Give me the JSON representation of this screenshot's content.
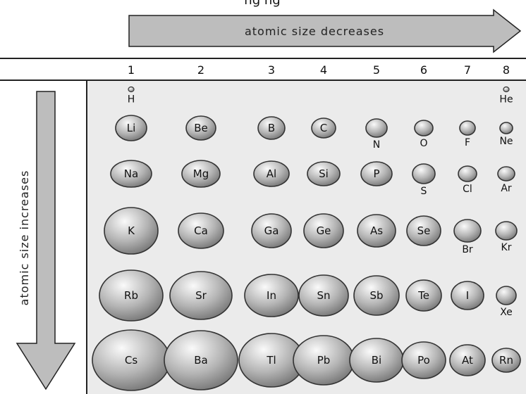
{
  "top_caption_fragment": "ng  ng",
  "arrows": {
    "horizontal_label": "atomic size decreases",
    "vertical_label": "atomic size increases"
  },
  "group_numbers": [
    "1",
    "2",
    "3",
    "4",
    "5",
    "6",
    "7",
    "8"
  ],
  "rows": [
    [
      {
        "symbol": "H",
        "group": 1,
        "size": "tiny",
        "label": "below"
      },
      {
        "symbol": "He",
        "group": 8,
        "size": "tiny",
        "label": "below"
      }
    ],
    [
      {
        "symbol": "Li",
        "group": 1,
        "size": "small",
        "label": "inside"
      },
      {
        "symbol": "Be",
        "group": 2,
        "size": "small",
        "label": "inside"
      },
      {
        "symbol": "B",
        "group": 3,
        "size": "small",
        "label": "inside"
      },
      {
        "symbol": "C",
        "group": 4,
        "size": "small",
        "label": "inside"
      },
      {
        "symbol": "N",
        "group": 5,
        "size": "small",
        "label": "below"
      },
      {
        "symbol": "O",
        "group": 6,
        "size": "small",
        "label": "below"
      },
      {
        "symbol": "F",
        "group": 7,
        "size": "small",
        "label": "below"
      },
      {
        "symbol": "Ne",
        "group": 8,
        "size": "small",
        "label": "below"
      }
    ],
    [
      {
        "symbol": "Na",
        "group": 1,
        "size": "medium",
        "label": "inside"
      },
      {
        "symbol": "Mg",
        "group": 2,
        "size": "medium",
        "label": "inside"
      },
      {
        "symbol": "Al",
        "group": 3,
        "size": "medium",
        "label": "inside"
      },
      {
        "symbol": "Si",
        "group": 4,
        "size": "medium",
        "label": "inside"
      },
      {
        "symbol": "P",
        "group": 5,
        "size": "medium",
        "label": "inside"
      },
      {
        "symbol": "S",
        "group": 6,
        "size": "medium",
        "label": "below"
      },
      {
        "symbol": "Cl",
        "group": 7,
        "size": "medium",
        "label": "below"
      },
      {
        "symbol": "Ar",
        "group": 8,
        "size": "medium",
        "label": "below"
      }
    ],
    [
      {
        "symbol": "K",
        "group": 1,
        "size": "large",
        "label": "inside"
      },
      {
        "symbol": "Ca",
        "group": 2,
        "size": "large",
        "label": "inside"
      },
      {
        "symbol": "Ga",
        "group": 3,
        "size": "large",
        "label": "inside"
      },
      {
        "symbol": "Ge",
        "group": 4,
        "size": "large",
        "label": "inside"
      },
      {
        "symbol": "As",
        "group": 5,
        "size": "large",
        "label": "inside"
      },
      {
        "symbol": "Se",
        "group": 6,
        "size": "large",
        "label": "inside"
      },
      {
        "symbol": "Br",
        "group": 7,
        "size": "large",
        "label": "below"
      },
      {
        "symbol": "Kr",
        "group": 8,
        "size": "large",
        "label": "below"
      }
    ],
    [
      {
        "symbol": "Rb",
        "group": 1,
        "size": "xlarge",
        "label": "inside"
      },
      {
        "symbol": "Sr",
        "group": 2,
        "size": "xlarge",
        "label": "inside"
      },
      {
        "symbol": "In",
        "group": 3,
        "size": "xlarge",
        "label": "inside"
      },
      {
        "symbol": "Sn",
        "group": 4,
        "size": "xlarge",
        "label": "inside"
      },
      {
        "symbol": "Sb",
        "group": 5,
        "size": "xlarge",
        "label": "inside"
      },
      {
        "symbol": "Te",
        "group": 6,
        "size": "xlarge",
        "label": "inside"
      },
      {
        "symbol": "I",
        "group": 7,
        "size": "xlarge",
        "label": "inside"
      },
      {
        "symbol": "Xe",
        "group": 8,
        "size": "xlarge",
        "label": "below"
      }
    ],
    [
      {
        "symbol": "Cs",
        "group": 1,
        "size": "xxlarge",
        "label": "inside"
      },
      {
        "symbol": "Ba",
        "group": 2,
        "size": "xxlarge",
        "label": "inside"
      },
      {
        "symbol": "Tl",
        "group": 3,
        "size": "xxlarge",
        "label": "inside"
      },
      {
        "symbol": "Pb",
        "group": 4,
        "size": "xxlarge",
        "label": "inside"
      },
      {
        "symbol": "Bi",
        "group": 5,
        "size": "xxlarge",
        "label": "inside"
      },
      {
        "symbol": "Po",
        "group": 6,
        "size": "xxlarge",
        "label": "inside"
      },
      {
        "symbol": "At",
        "group": 7,
        "size": "xxlarge",
        "label": "inside"
      },
      {
        "symbol": "Rn",
        "group": 8,
        "size": "xxlarge",
        "label": "inside"
      }
    ]
  ],
  "colors": {
    "table_background": "#ebebeb",
    "arrow_fill": "#bdbdbd",
    "sphere_light": "#fafafa",
    "sphere_dark": "#6f6f6f"
  }
}
